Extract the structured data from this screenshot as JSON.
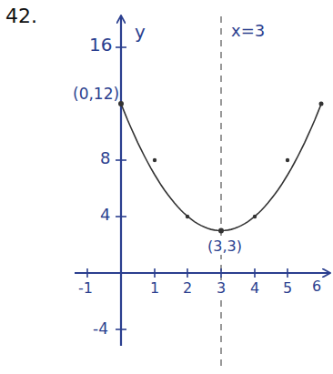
{
  "diagram": {
    "labels": [
      "42.",
      "16",
      "y",
      "x=3",
      "(0,12)",
      "8",
      "4",
      "(3,3)",
      "-1",
      "1",
      "2",
      "3",
      "4",
      "5",
      "6",
      "-4"
    ]
  }
}
